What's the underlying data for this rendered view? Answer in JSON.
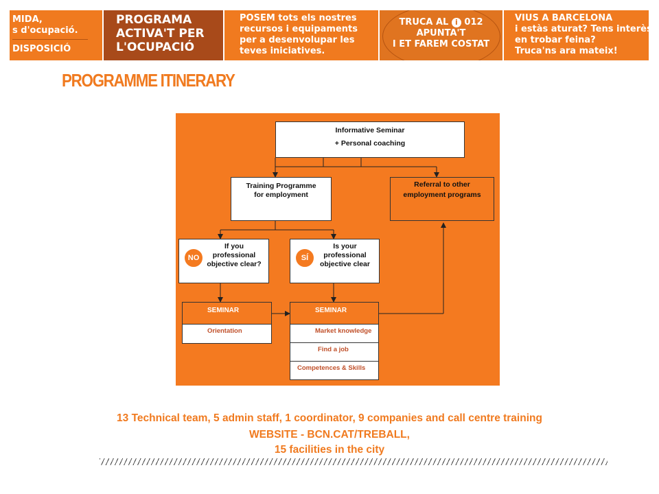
{
  "banner": {
    "segment1": {
      "line1": "MIDA,",
      "line2": "s d'ocupació.",
      "line3": "DISPOSICIÓ"
    },
    "segment2": {
      "line1": "PROGRAMA",
      "line2": "ACTIVA'T PER",
      "line3": "L'OCUPACIÓ"
    },
    "segment3": {
      "line1": "POSEM tots els nostres",
      "line2": "recursos i equipaments",
      "line3": "per a desenvolupar les",
      "line4": "teves iniciatives."
    },
    "segment4": {
      "line1a": "TRUCA AL",
      "icon": "info-icon",
      "line1b": "012",
      "line2": "APUNTA'T",
      "line3": "I ET FAREM COSTAT"
    },
    "segment5": {
      "line1": "VIUS A BARCELONA",
      "line2": "i estàs aturat? Tens interès",
      "line3": "en trobar feina?",
      "line4": "Truca'ns ara mateix!"
    }
  },
  "title": "PROGRAMME ITINERARY",
  "diagram": {
    "informative": {
      "line1": "Informative Seminar",
      "line2": "+ Personal  coaching"
    },
    "training": {
      "line1": "Training Programme",
      "line2": "for employment"
    },
    "referral": {
      "line1": "Referral to other",
      "line2": "employment  programs"
    },
    "no_box": {
      "badge": "NO",
      "line1": "If you",
      "line2": "professional",
      "line3": "objective clear?"
    },
    "si_box": {
      "badge": "SÍ",
      "line1": "Is your",
      "line2": "professional",
      "line3": "objective clear"
    },
    "seminar_left": {
      "header": "SEMINAR",
      "items": [
        "Orientation"
      ]
    },
    "seminar_right": {
      "header": "SEMINAR",
      "items": [
        "Market knowledge",
        "Find a job",
        "Competences & Skills"
      ]
    }
  },
  "footer": {
    "line1": "13 Technical team, 5 admin staff, 1 coordinator, 9 companies and call centre training",
    "line2": "WEBSITE - BCN.CAT/TREBALL,",
    "line3": "15 facilities in the city"
  },
  "colors": {
    "accent": "#f07a1f",
    "dark_accent": "#a84a1a"
  }
}
